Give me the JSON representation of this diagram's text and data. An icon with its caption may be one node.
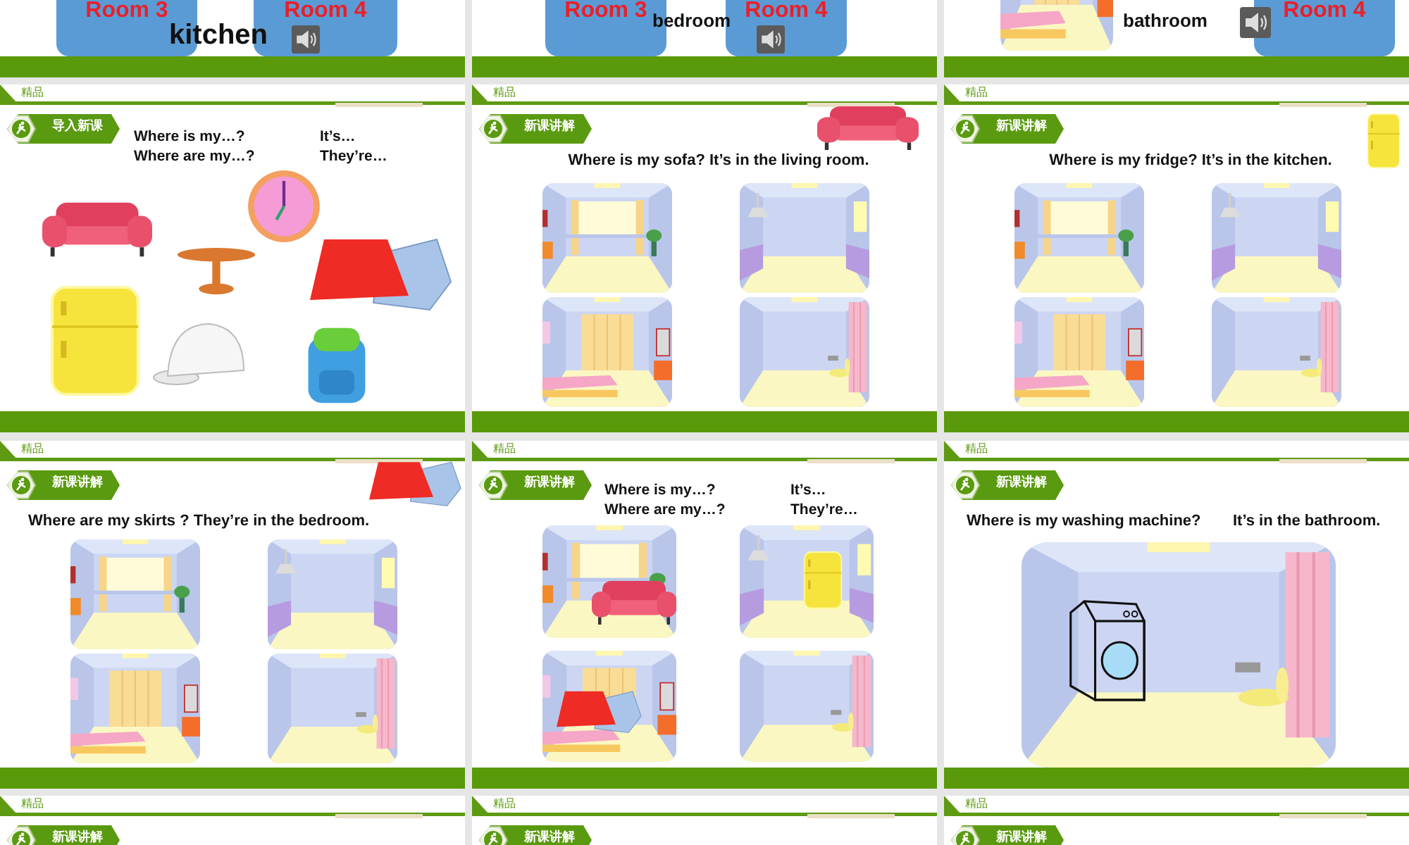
{
  "diagram": {
    "nodes": [
      {
        "text": [
          "kitchen"
        ]
      },
      {
        "text": [
          "Room 3"
        ],
        "in": 0
      },
      {
        "text": [
          "Room 4"
        ],
        "in": 0
      },
      {
        "text": [
          "bedroom"
        ]
      },
      {
        "text": [
          "Room 3"
        ],
        "in": 3
      },
      {
        "text": [
          "Room 4"
        ],
        "in": 3
      },
      {
        "text": [
          "bathroom"
        ]
      },
      {
        "text": [
          "Room 4"
        ],
        "in": 6
      },
      {
        "text": [
          "精品",
          "Where is my…? Where are my…?",
          "It’s… They’re…"
        ]
      },
      {
        "text": [
          "导入新课"
        ],
        "in": 8
      },
      {
        "text": [
          "精品",
          "Where is my sofa? It’s in the living room."
        ]
      },
      {
        "text": [
          "新课讲解"
        ],
        "in": 10
      },
      {
        "text": [
          "精品",
          "Where is my fridge? It’s in the kitchen."
        ]
      },
      {
        "text": [
          "新课讲解"
        ],
        "in": 12
      },
      {
        "text": [
          "精品",
          "Where are my skirts ? They’re in the bedroom."
        ]
      },
      {
        "text": [
          "新课讲解"
        ],
        "in": 14
      },
      {
        "text": [
          "精品",
          "Where is my…? Where are my…?",
          "It’s… They’re…"
        ]
      },
      {
        "text": [
          "新课讲解"
        ],
        "in": 16
      },
      {
        "text": [
          "精品",
          "Where is my washing machine?",
          "It’s in the bathroom."
        ]
      },
      {
        "text": [
          "新课讲解"
        ],
        "in": 18
      },
      {
        "text": [
          "精品"
        ]
      },
      {
        "text": [
          "新课讲解"
        ],
        "in": 20
      },
      {
        "text": [
          "精品"
        ]
      },
      {
        "text": [
          "新课讲解"
        ],
        "in": 22
      },
      {
        "text": [
          "精品"
        ]
      },
      {
        "text": [
          "新课讲解"
        ],
        "in": 24
      }
    ]
  }
}
